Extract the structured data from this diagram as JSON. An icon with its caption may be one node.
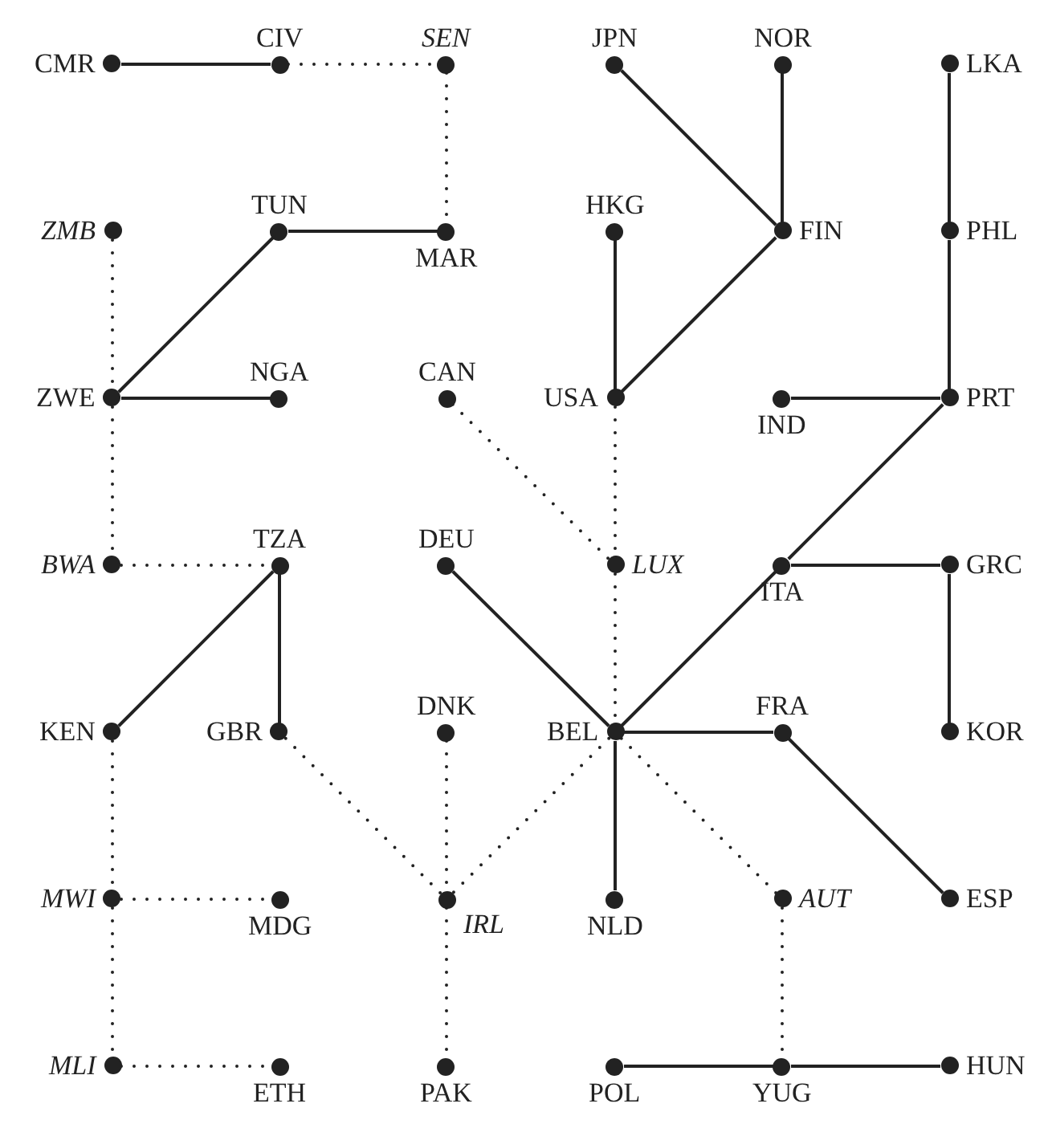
{
  "diagram": {
    "nodes": [
      {
        "text": [
          "CMR"
        ]
      },
      {
        "text": [
          "CIV"
        ]
      },
      {
        "text": [
          "SEN"
        ]
      },
      {
        "text": [
          "JPN"
        ]
      },
      {
        "text": [
          "NOR"
        ]
      },
      {
        "text": [
          "LKA"
        ]
      },
      {
        "text": [
          "ZMB"
        ]
      },
      {
        "text": [
          "TUN"
        ]
      },
      {
        "text": [
          "MAR"
        ]
      },
      {
        "text": [
          "HKG"
        ]
      },
      {
        "text": [
          "FIN"
        ]
      },
      {
        "text": [
          "PHL"
        ]
      },
      {
        "text": [
          "ZWE"
        ]
      },
      {
        "text": [
          "NGA"
        ]
      },
      {
        "text": [
          "CAN"
        ]
      },
      {
        "text": [
          "USA"
        ]
      },
      {
        "text": [
          "IND"
        ]
      },
      {
        "text": [
          "PRT"
        ]
      },
      {
        "text": [
          "BWA"
        ]
      },
      {
        "text": [
          "TZA"
        ]
      },
      {
        "text": [
          "DEU"
        ]
      },
      {
        "text": [
          "LUX"
        ]
      },
      {
        "text": [
          "ITA"
        ]
      },
      {
        "text": [
          "GRC"
        ]
      },
      {
        "text": [
          "KEN"
        ]
      },
      {
        "text": [
          "GBR"
        ]
      },
      {
        "text": [
          "DNK"
        ]
      },
      {
        "text": [
          "BEL"
        ]
      },
      {
        "text": [
          "FRA"
        ]
      },
      {
        "text": [
          "KOR"
        ]
      },
      {
        "text": [
          "MWI"
        ]
      },
      {
        "text": [
          "MDG"
        ]
      },
      {
        "text": [
          "IRL"
        ]
      },
      {
        "text": [
          "NLD"
        ]
      },
      {
        "text": [
          "AUT"
        ]
      },
      {
        "text": [
          "ESP"
        ]
      },
      {
        "text": [
          "MLI"
        ]
      },
      {
        "text": [
          "ETH"
        ]
      },
      {
        "text": [
          "PAK"
        ]
      },
      {
        "text": [
          "POL"
        ]
      },
      {
        "text": [
          "YUG"
        ]
      },
      {
        "text": [
          "HUN"
        ]
      }
    ],
    "edges": [
      {
        "from": 0,
        "to": 1,
        "arrow": "none"
      },
      {
        "from": 1,
        "to": 2,
        "arrow": "none",
        "style": "dashed"
      },
      {
        "from": 2,
        "to": 8,
        "arrow": "none",
        "style": "dashed"
      },
      {
        "from": 3,
        "to": 10,
        "arrow": "none"
      },
      {
        "from": 4,
        "to": 10,
        "arrow": "none"
      },
      {
        "from": 5,
        "to": 11,
        "arrow": "none"
      },
      {
        "from": 11,
        "to": 17,
        "arrow": "none"
      },
      {
        "from": 6,
        "to": 12,
        "arrow": "none",
        "style": "dashed"
      },
      {
        "from": 7,
        "to": 8,
        "arrow": "none"
      },
      {
        "from": 7,
        "to": 12,
        "arrow": "none"
      },
      {
        "from": 9,
        "to": 15,
        "arrow": "none"
      },
      {
        "from": 10,
        "to": 15,
        "arrow": "none"
      },
      {
        "from": 12,
        "to": 13,
        "arrow": "none"
      },
      {
        "from": 12,
        "to": 18,
        "arrow": "none",
        "style": "dashed"
      },
      {
        "from": 14,
        "to": 21,
        "arrow": "none",
        "style": "dashed"
      },
      {
        "from": 15,
        "to": 21,
        "arrow": "none",
        "style": "dashed"
      },
      {
        "from": 16,
        "to": 17,
        "arrow": "none"
      },
      {
        "from": 17,
        "to": 22,
        "arrow": "none"
      },
      {
        "from": 18,
        "to": 19,
        "arrow": "none",
        "style": "dashed"
      },
      {
        "from": 19,
        "to": 24,
        "arrow": "none"
      },
      {
        "from": 19,
        "to": 25,
        "arrow": "none"
      },
      {
        "from": 20,
        "to": 27,
        "arrow": "none"
      },
      {
        "from": 21,
        "to": 27,
        "arrow": "none",
        "style": "dashed"
      },
      {
        "from": 22,
        "to": 23,
        "arrow": "none"
      },
      {
        "from": 22,
        "to": 27,
        "arrow": "none"
      },
      {
        "from": 23,
        "to": 29,
        "arrow": "none"
      },
      {
        "from": 24,
        "to": 30,
        "arrow": "none",
        "style": "dashed"
      },
      {
        "from": 25,
        "to": 32,
        "arrow": "none",
        "style": "dashed"
      },
      {
        "from": 26,
        "to": 32,
        "arrow": "none",
        "style": "dashed"
      },
      {
        "from": 27,
        "to": 28,
        "arrow": "none"
      },
      {
        "from": 27,
        "to": 32,
        "arrow": "none",
        "style": "dashed"
      },
      {
        "from": 27,
        "to": 33,
        "arrow": "none"
      },
      {
        "from": 27,
        "to": 34,
        "arrow": "none",
        "style": "dashed"
      },
      {
        "from": 28,
        "to": 35,
        "arrow": "none"
      },
      {
        "from": 30,
        "to": 31,
        "arrow": "none",
        "style": "dashed"
      },
      {
        "from": 30,
        "to": 36,
        "arrow": "none",
        "style": "dashed"
      },
      {
        "from": 32,
        "to": 38,
        "arrow": "none",
        "style": "dashed"
      },
      {
        "from": 34,
        "to": 40,
        "arrow": "none",
        "style": "dashed"
      },
      {
        "from": 36,
        "to": 37,
        "arrow": "none",
        "style": "dashed"
      },
      {
        "from": 39,
        "to": 40,
        "arrow": "none"
      },
      {
        "from": 40,
        "to": 41,
        "arrow": "none"
      }
    ]
  }
}
